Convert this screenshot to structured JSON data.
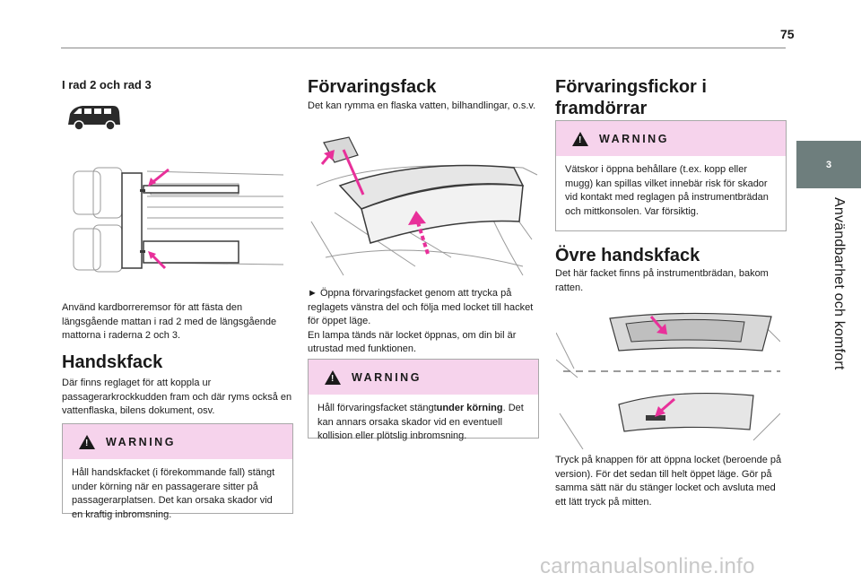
{
  "page": {
    "number": "75",
    "chapter_tab": "3",
    "chapter_label": "Användbarhet och komfort",
    "watermark": "carmanualsonline.info"
  },
  "col1": {
    "subheading": "I rad 2 och rad 3",
    "intro": "Använd kardborreremsor för att fästa den längsgående mattan i rad 2 med de längsgående mattorna i raderna 2 och 3.",
    "heading": "Handskfack",
    "body": "Där finns reglaget för att koppla ur passagerarkrockkudden fram och där ryms också en vattenflaska, bilens dokument, osv.",
    "warning_title": "WARNING",
    "warning_text": "Håll handskfacket (i förekommande fall) stängt under körning när en passagerare sitter på passagerarplatsen. Det kan orsaka skador vid en kraftig inbromsning."
  },
  "col2": {
    "heading": "Förvaringsfack",
    "body": "Det kan rymma en flaska vatten, bilhandlingar, o.s.v.",
    "instruction": "►  Öppna förvaringsfacket genom att trycka på reglagets vänstra del och följa med locket till hacket för öppet läge.",
    "note": "En lampa tänds när locket öppnas, om din bil är utrustad med funktionen.",
    "warning_title": "WARNING",
    "warning_text_a": "Håll förvaringsfacket stängt",
    "warning_text_b": "under körning",
    "warning_text_c": ". Det kan annars orsaka skador vid en eventuell kollision eller plötslig inbromsning."
  },
  "col3": {
    "heading": "Förvaringsfickor i framdörrar",
    "warning_title": "WARNING",
    "warning_text": "Vätskor i öppna behållare (t.ex. kopp eller mugg) kan spillas vilket innebär risk för skador vid kontakt med reglagen på instrumentbrädan och mittkonsolen. Var försiktig.",
    "heading2": "Övre handskfack",
    "body2": "Det här facket finns på instrumentbrädan, bakom ratten.",
    "body3": "Tryck på knappen för att öppna locket (beroende på version). För det sedan till helt öppet läge. Gör på samma sätt när du stänger locket och avsluta med ett lätt tryck på mitten."
  },
  "colors": {
    "warning_bg": "#f6d3ec",
    "tab_bg": "#6e7e7d",
    "arrow": "#e8309a"
  }
}
